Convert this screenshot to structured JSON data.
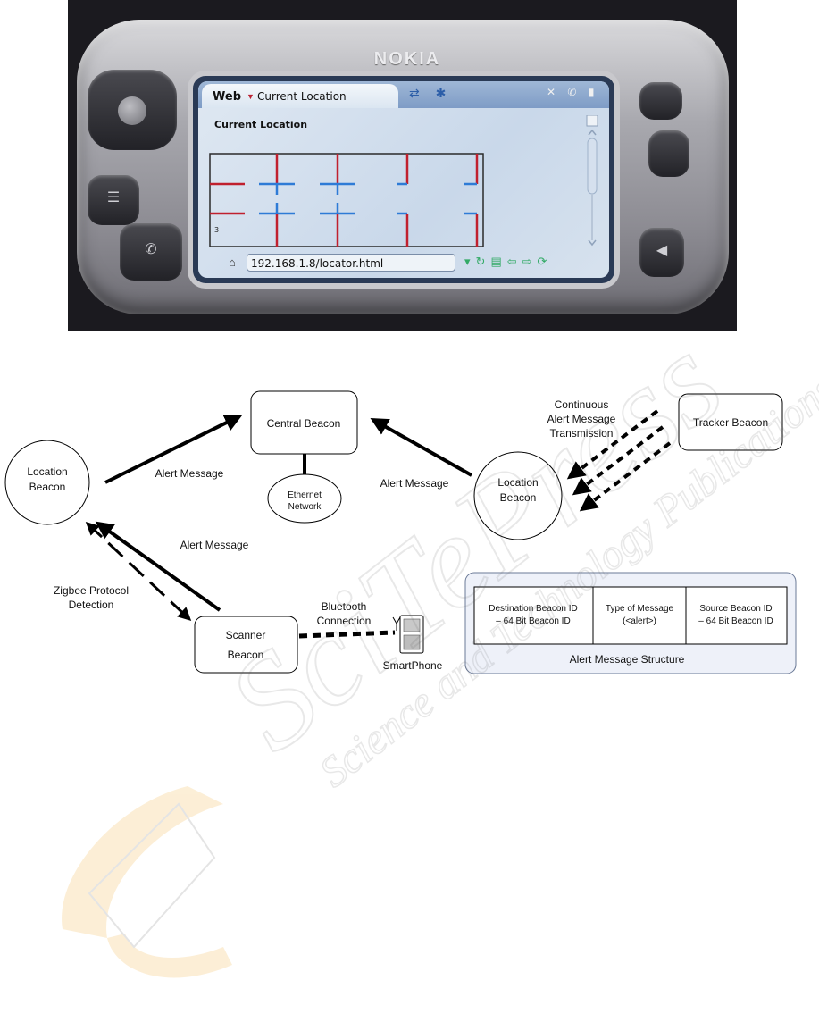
{
  "phone": {
    "brand": "NOKIA",
    "tab_label": "Web",
    "tab_title": "Current Location",
    "content_title": "Current Location",
    "map_marker": "3",
    "address": "192.168.1.8/locator.html"
  },
  "diagram": {
    "central_beacon": "Central Beacon",
    "ethernet_l1": "Ethernet",
    "ethernet_l2": "Network",
    "location_left_l1": "Location",
    "location_left_l2": "Beacon",
    "location_right_l1": "Location",
    "location_right_l2": "Beacon",
    "tracker_beacon": "Tracker Beacon",
    "scanner_l1": "Scanner",
    "scanner_l2": "Beacon",
    "smartphone": "SmartPhone",
    "alert_left": "Alert Message",
    "alert_right": "Alert Message",
    "alert_scanner": "Alert Message",
    "continuous_l1": "Continuous",
    "continuous_l2": "Alert Message",
    "continuous_l3": "Transmission",
    "zigbee_l1": "Zigbee Protocol",
    "zigbee_l2": "Detection",
    "bluetooth_l1": "Bluetooth",
    "bluetooth_l2": "Connection",
    "structure_title": "Alert Message Structure",
    "cell1_l1": "Destination Beacon ID",
    "cell1_l2": "– 64 Bit Beacon ID",
    "cell2_l1": "Type of Message",
    "cell2_l2": "(<alert>)",
    "cell3_l1": "Source Beacon ID",
    "cell3_l2": "– 64 Bit Beacon ID"
  },
  "watermark": {
    "text": "SciTePress",
    "subtext": "Science and Technology Publications"
  }
}
